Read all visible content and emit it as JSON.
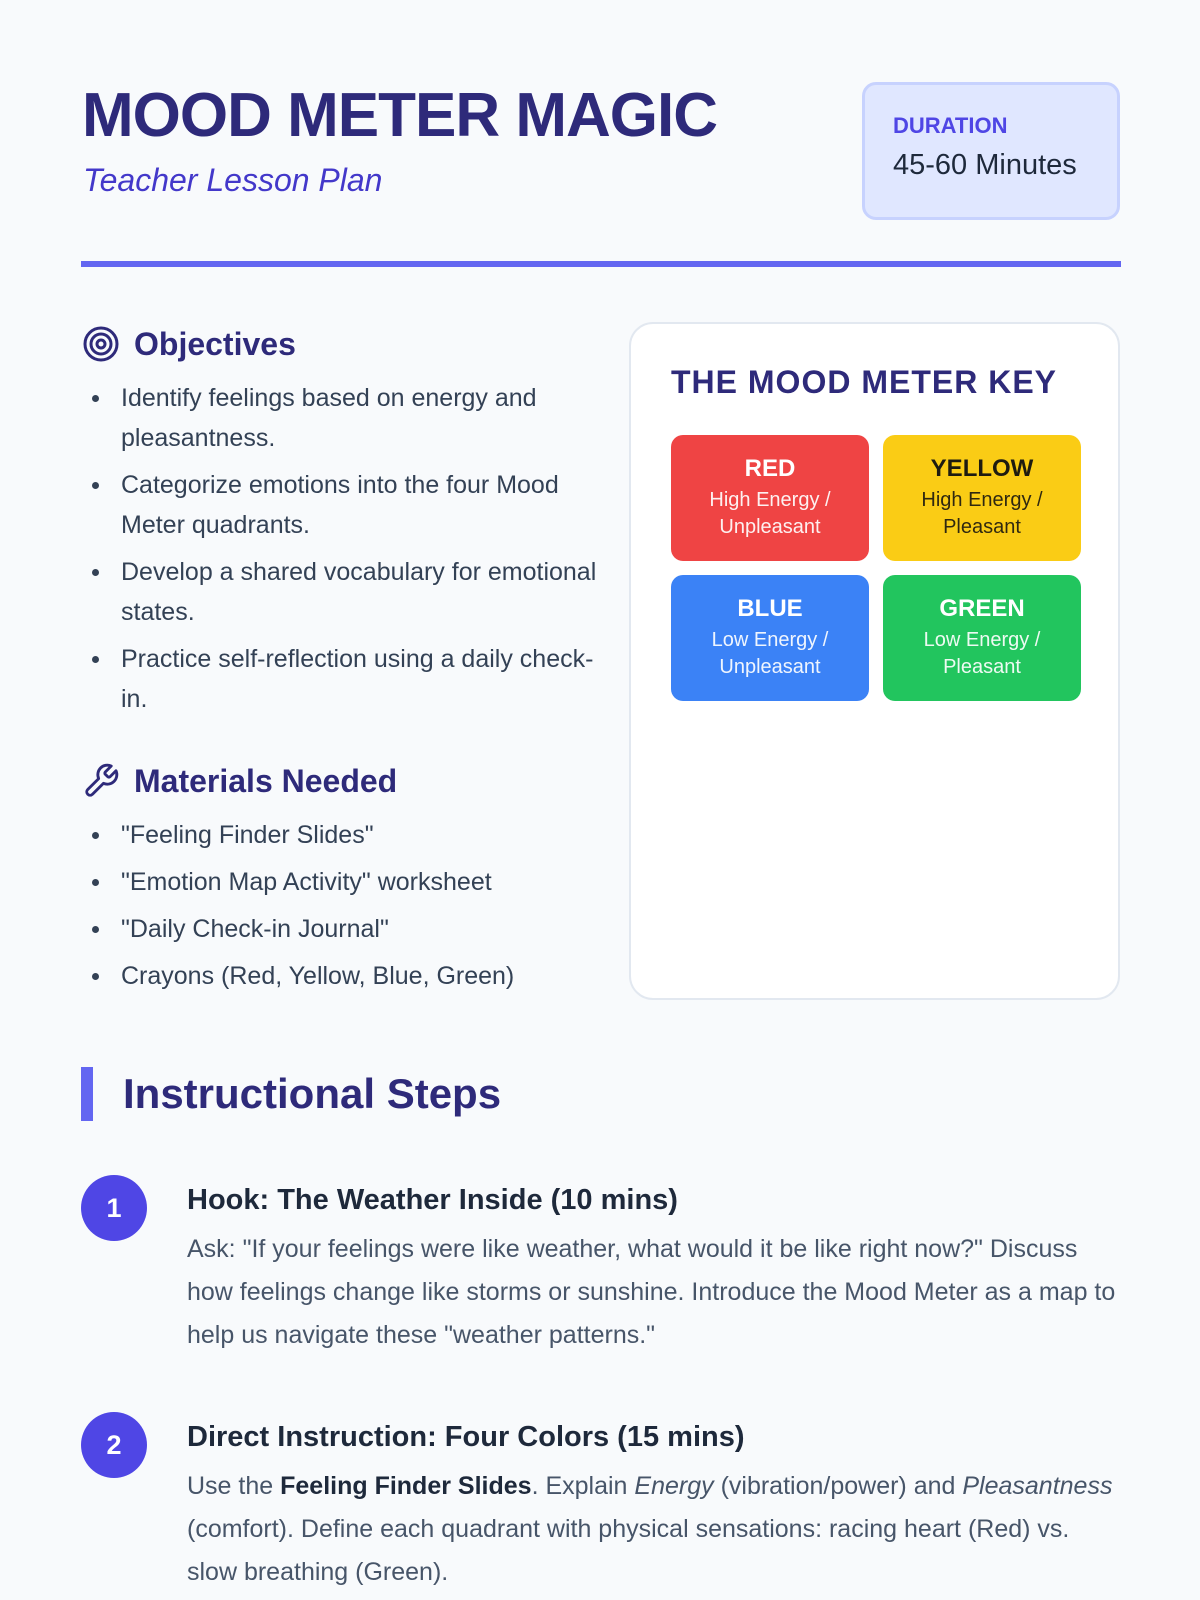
{
  "header": {
    "title": "MOOD METER MAGIC",
    "subtitle": "Teacher Lesson Plan",
    "duration_label": "DURATION",
    "duration_value": "45-60 Minutes"
  },
  "objectives": {
    "heading": "Objectives",
    "icon": "target-icon",
    "items": [
      "Identify feelings based on energy and pleasantness.",
      "Categorize emotions into the four Mood Meter quadrants.",
      "Develop a shared vocabulary for emotional states.",
      "Practice self-reflection using a daily check-in."
    ]
  },
  "materials": {
    "heading": "Materials Needed",
    "icon": "wrench-icon",
    "items": [
      "\"Feeling Finder Slides\"",
      "\"Emotion Map Activity\" worksheet",
      "\"Daily Check-in Journal\"",
      "Crayons (Red, Yellow, Blue, Green)"
    ]
  },
  "key": {
    "heading": "THE MOOD METER KEY",
    "quadrants": [
      {
        "name": "RED",
        "desc": "High Energy / Unpleasant",
        "color": "#ef4444"
      },
      {
        "name": "YELLOW",
        "desc": "High Energy / Pleasant",
        "color": "#facc15"
      },
      {
        "name": "BLUE",
        "desc": "Low Energy / Unpleasant",
        "color": "#3b82f6"
      },
      {
        "name": "GREEN",
        "desc": "Low Energy / Pleasant",
        "color": "#22c55e"
      }
    ]
  },
  "steps": {
    "heading": "Instructional Steps",
    "items": [
      {
        "num": "1",
        "title": "Hook: The Weather Inside (10 mins)",
        "body": "Ask: \"If your feelings were like weather, what would it be like right now?\" Discuss how feelings change like storms or sunshine. Introduce the Mood Meter as a map to help us navigate these \"weather patterns.\""
      },
      {
        "num": "2",
        "title": "Direct Instruction: Four Colors (15 mins)",
        "body_parts": [
          "Use the ",
          "Feeling Finder Slides",
          ". Explain ",
          "Energy",
          " (vibration/power) and ",
          "Pleasantness",
          " (comfort). Define each quadrant with physical sensations: racing heart (Red) vs. slow breathing (Green)."
        ]
      }
    ]
  }
}
